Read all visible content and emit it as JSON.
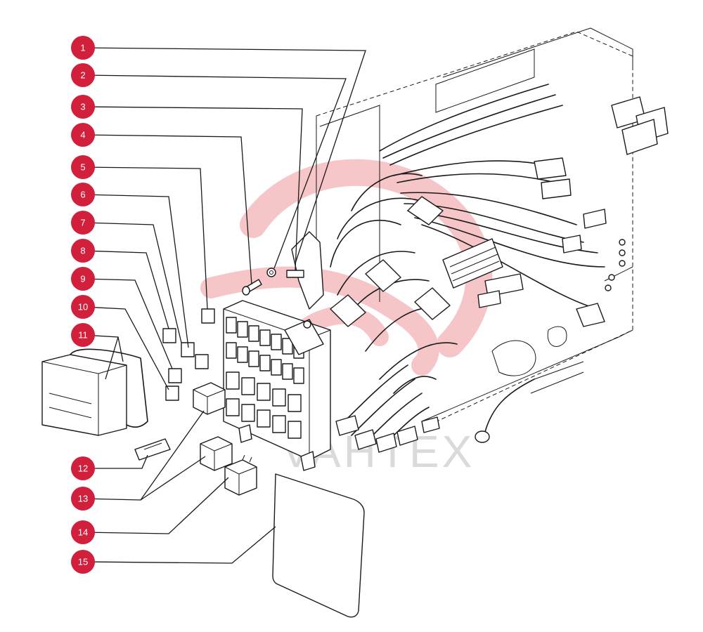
{
  "diagram": {
    "callouts": [
      {
        "label": "1"
      },
      {
        "label": "2"
      },
      {
        "label": "3"
      },
      {
        "label": "4"
      },
      {
        "label": "5"
      },
      {
        "label": "6"
      },
      {
        "label": "7"
      },
      {
        "label": "8"
      },
      {
        "label": "9"
      },
      {
        "label": "10"
      },
      {
        "label": "11"
      },
      {
        "label": "12"
      },
      {
        "label": "13"
      },
      {
        "label": "14"
      },
      {
        "label": "15"
      }
    ],
    "watermark": {
      "text": "VAHTEX"
    },
    "colors": {
      "callout": "#d21f3c",
      "ink": "#1a1a1a",
      "watermark_red": "#e8696f"
    }
  }
}
